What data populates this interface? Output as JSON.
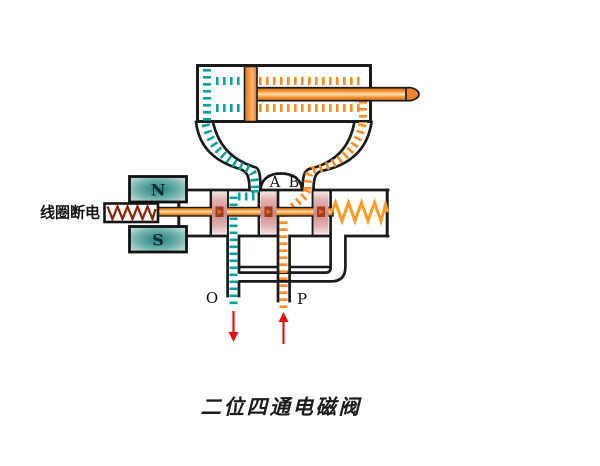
{
  "diagram": {
    "caption": "二位四通电磁阀",
    "coil_state_label": "线圈断电",
    "port_labels": {
      "a": "A",
      "b": "B",
      "o": "O",
      "p": "P"
    },
    "magnet_labels": {
      "north": "N",
      "south": "S"
    },
    "flow_arrows": {
      "o_port_direction": "down",
      "p_port_direction": "up"
    }
  },
  "colors": {
    "flow_exhaust_teal": "#0aa29c",
    "flow_pressure_orange": "#ff8d1e",
    "rod_orange": "#f7922e",
    "spring_orange": "#ff9b21",
    "spool_land_pink": "#cf9090",
    "magnet_teal": "#1f7f80",
    "coil_zigzag_red": "#8c2605",
    "arrow_red": "#ea1010",
    "outline_black": "#1b1b1b",
    "background": "#ffffff"
  }
}
